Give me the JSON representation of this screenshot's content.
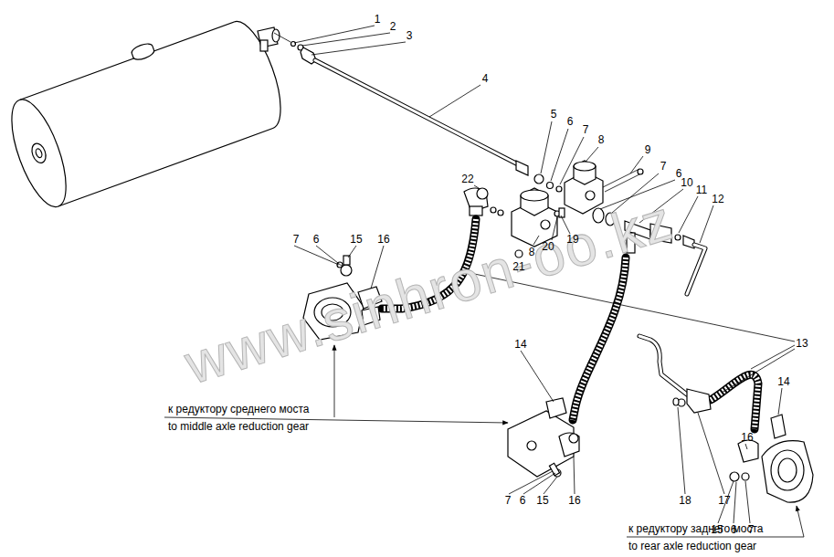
{
  "diagram": {
    "labels": [
      "1",
      "2",
      "3",
      "4",
      "5",
      "6",
      "7",
      "8",
      "9",
      "7",
      "6",
      "10",
      "11",
      "12",
      "22",
      "8",
      "20",
      "19",
      "21",
      "7",
      "6",
      "15",
      "16",
      "14",
      "13",
      "14",
      "7",
      "6",
      "15",
      "16",
      "18",
      "17",
      "16",
      "15",
      "6",
      "7",
      "к редуктору среднего моста",
      "to middle axle reduction gear",
      "к редуктору заднего моста",
      "to rear axle reduction gear",
      "www.sinhron-oo.kz"
    ]
  }
}
